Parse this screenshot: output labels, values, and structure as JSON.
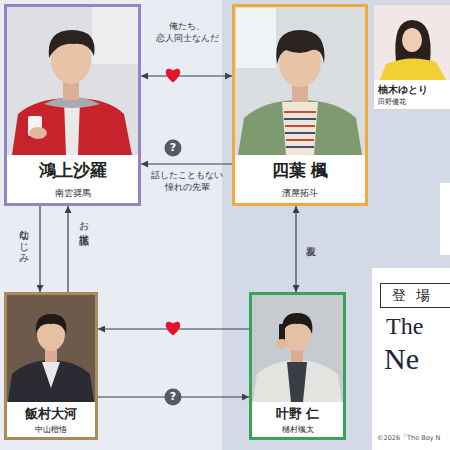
{
  "diagram": {
    "nodes": [
      {
        "text": [
          "鴻上沙羅",
          "南雲奨馬"
        ]
      },
      {
        "text": [
          "四葉 楓",
          "濱屋拓斗"
        ]
      },
      {
        "text": [
          "柚木ゆとり",
          "田野優花"
        ]
      },
      {
        "text": [
          "飯村大河",
          "中山楷悟"
        ]
      },
      {
        "text": [
          "叶野 仁",
          "樋村颯太"
        ]
      }
    ],
    "edges": [
      {
        "from": 0,
        "to": 1,
        "arrow": "both",
        "label": "俺たち、恋人同士なんだ"
      },
      {
        "from": 1,
        "to": 0,
        "arrow": "to",
        "label": "話したこともない憧れの先輩"
      },
      {
        "from": 0,
        "to": 3,
        "arrow": "to",
        "label": "幼なじみ"
      },
      {
        "from": 3,
        "to": 0,
        "arrow": "to",
        "label": "お世話係"
      },
      {
        "from": 1,
        "to": 4,
        "arrow": "both",
        "label": "親友"
      },
      {
        "from": 4,
        "to": 3,
        "arrow": "to"
      },
      {
        "from": 3,
        "to": 4,
        "arrow": "to"
      }
    ],
    "labels": [
      "?",
      "登場",
      "The",
      "Ne",
      "?",
      "©2026「The Boy N"
    ]
  }
}
